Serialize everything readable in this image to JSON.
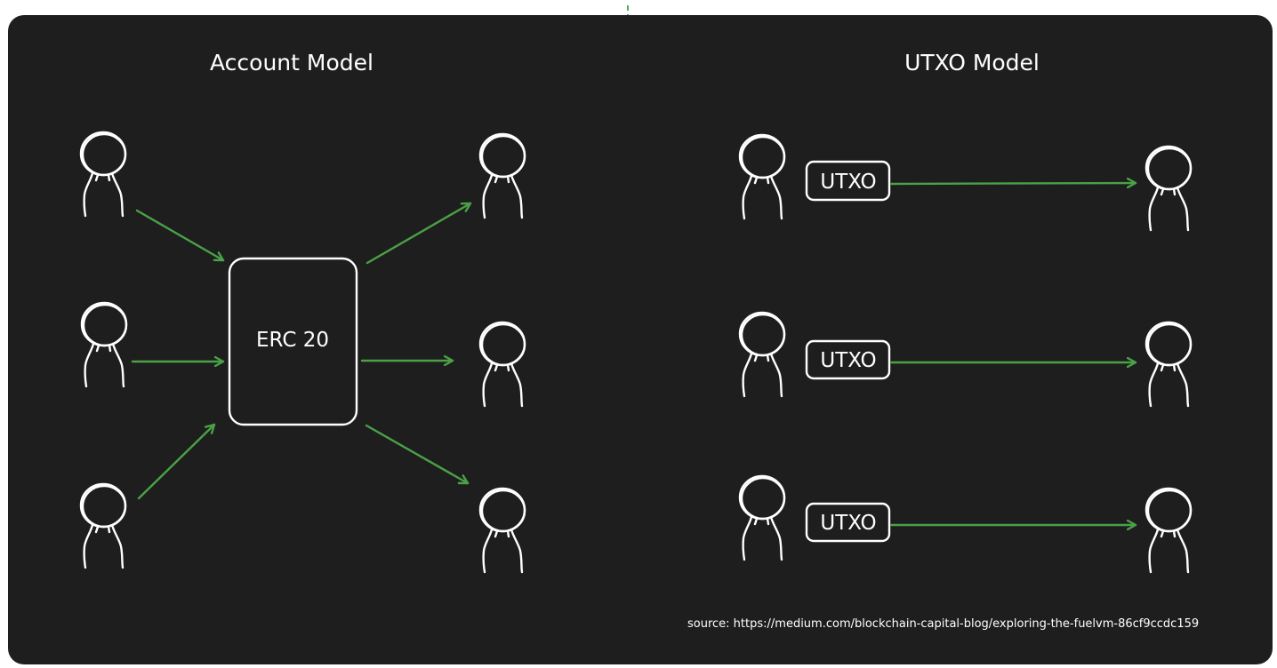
{
  "diagram": {
    "account_model": {
      "title": "Account Model",
      "contract_label": "ERC 20"
    },
    "utxo_model": {
      "title": "UTXO Model",
      "utxo_labels": [
        "UTXO",
        "UTXO",
        "UTXO"
      ]
    },
    "source": "source: https://medium.com/blockchain-capital-blog/exploring-the-fuelvm-86cf9ccdc159",
    "colors": {
      "background": "#1e1e1e",
      "stroke": "#ffffff",
      "arrow": "#4aa147"
    },
    "icons": [
      "user-icon"
    ]
  }
}
